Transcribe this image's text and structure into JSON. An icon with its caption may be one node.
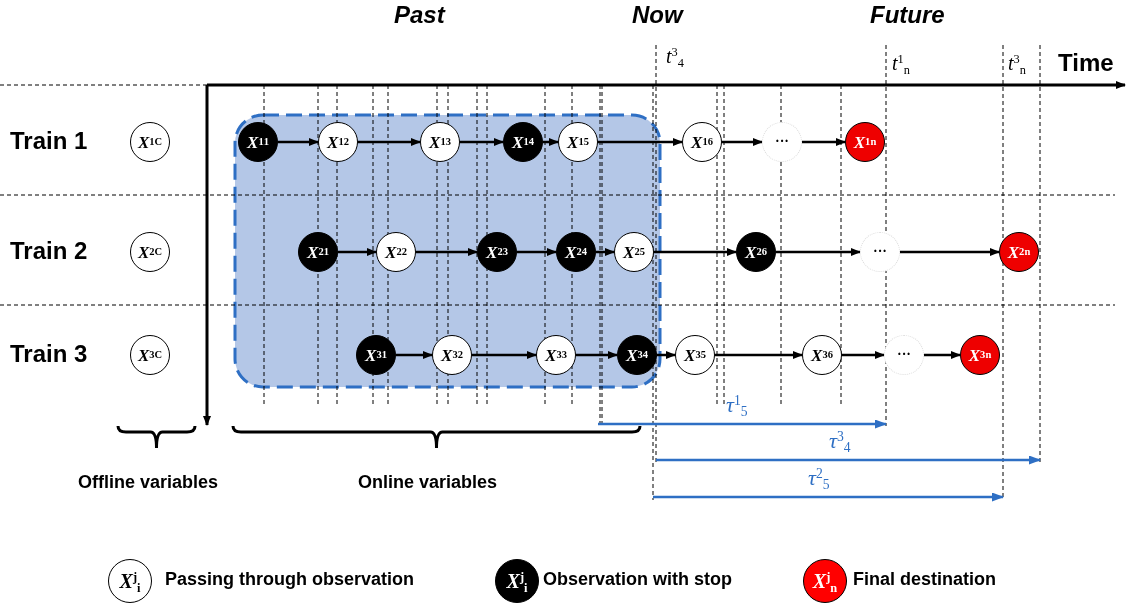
{
  "diagram": {
    "nodes": [
      {
        "text": [
          "X$^{1}$$_{C}$"
        ]
      },
      {
        "text": [
          "X$^{2}$$_{C}$"
        ]
      },
      {
        "text": [
          "X$^{3}$$_{C}$"
        ]
      },
      {
        "text": [
          "X$^{1}$$_{1}$"
        ]
      },
      {
        "text": [
          "X$^{1}$$_{2}$"
        ]
      },
      {
        "text": [
          "X$^{1}$$_{3}$"
        ]
      },
      {
        "text": [
          "X$^{1}$$_{4}$"
        ]
      },
      {
        "text": [
          "X$^{1}$$_{5}$"
        ]
      },
      {
        "text": [
          "X$^{1}$$_{6}$"
        ]
      },
      {
        "text": [
          "···"
        ]
      },
      {
        "text": [
          "X$^{1}$$_{n}$"
        ]
      },
      {
        "text": [
          "X$^{2}$$_{1}$"
        ]
      },
      {
        "text": [
          "X$^{2}$$_{2}$"
        ]
      },
      {
        "text": [
          "X$^{2}$$_{3}$"
        ]
      },
      {
        "text": [
          "X$^{2}$$_{4}$"
        ]
      },
      {
        "text": [
          "X$^{2}$$_{5}$"
        ]
      },
      {
        "text": [
          "X$^{2}$$_{6}$"
        ]
      },
      {
        "text": [
          "···"
        ]
      },
      {
        "text": [
          "X$^{2}$$_{n}$"
        ]
      },
      {
        "text": [
          "X$^{3}$$_{1}$"
        ]
      },
      {
        "text": [
          "X$^{3}$$_{2}$"
        ]
      },
      {
        "text": [
          "X$^{3}$$_{3}$"
        ]
      },
      {
        "text": [
          "X$^{3}$$_{4}$"
        ]
      },
      {
        "text": [
          "X$^{3}$$_{5}$"
        ]
      },
      {
        "text": [
          "X$^{3}$$_{6}$"
        ]
      },
      {
        "text": [
          "···"
        ]
      },
      {
        "text": [
          "X$^{3}$$_{n}$"
        ]
      }
    ],
    "edges": [
      {
        "from": 3,
        "to": 4,
        "arrow": "to"
      },
      {
        "from": 4,
        "to": 5,
        "arrow": "to"
      },
      {
        "from": 5,
        "to": 6,
        "arrow": "to"
      },
      {
        "from": 6,
        "to": 7,
        "arrow": "to"
      },
      {
        "from": 7,
        "to": 8,
        "arrow": "to"
      },
      {
        "from": 8,
        "to": 9,
        "arrow": "to"
      },
      {
        "from": 9,
        "to": 10,
        "arrow": "to"
      },
      {
        "from": 11,
        "to": 12,
        "arrow": "to"
      },
      {
        "from": 12,
        "to": 13,
        "arrow": "to"
      },
      {
        "from": 13,
        "to": 14,
        "arrow": "to"
      },
      {
        "from": 14,
        "to": 15,
        "arrow": "to"
      },
      {
        "from": 15,
        "to": 16,
        "arrow": "to"
      },
      {
        "from": 16,
        "to": 17,
        "arrow": "to"
      },
      {
        "from": 17,
        "to": 18,
        "arrow": "to"
      },
      {
        "from": 19,
        "to": 20,
        "arrow": "to"
      },
      {
        "from": 20,
        "to": 21,
        "arrow": "to"
      },
      {
        "from": 21,
        "to": 22,
        "arrow": "to"
      },
      {
        "from": 22,
        "to": 23,
        "arrow": "to"
      },
      {
        "from": 23,
        "to": 24,
        "arrow": "to"
      },
      {
        "from": 24,
        "to": 25,
        "arrow": "to"
      },
      {
        "from": 25,
        "to": 26,
        "arrow": "to"
      }
    ],
    "labels": [
      "Past",
      "Now",
      "Future",
      "t$^{3}$$_{4}$",
      "t$^{1}$$_{n}$",
      "t$^{3}$$_{n}$",
      "Time",
      "Train 1",
      "Train 2",
      "Train 3",
      "τ$^{1}$$_{5}$",
      "τ$^{3}$$_{4}$",
      "τ$^{2}$$_{5}$",
      "Offline variables",
      "Online variables",
      "X$^{j}$$_{i}$",
      "X$^{j}$$_{i}$",
      "X$^{j}$$_{n}$"
    ],
    "legend": [
      {
        "text": "Passing through observation",
        "color": "#ffffff"
      },
      {
        "text": "Observation with stop",
        "color": "#000000"
      },
      {
        "text": "Final destination",
        "color": "#ff0000"
      }
    ]
  }
}
